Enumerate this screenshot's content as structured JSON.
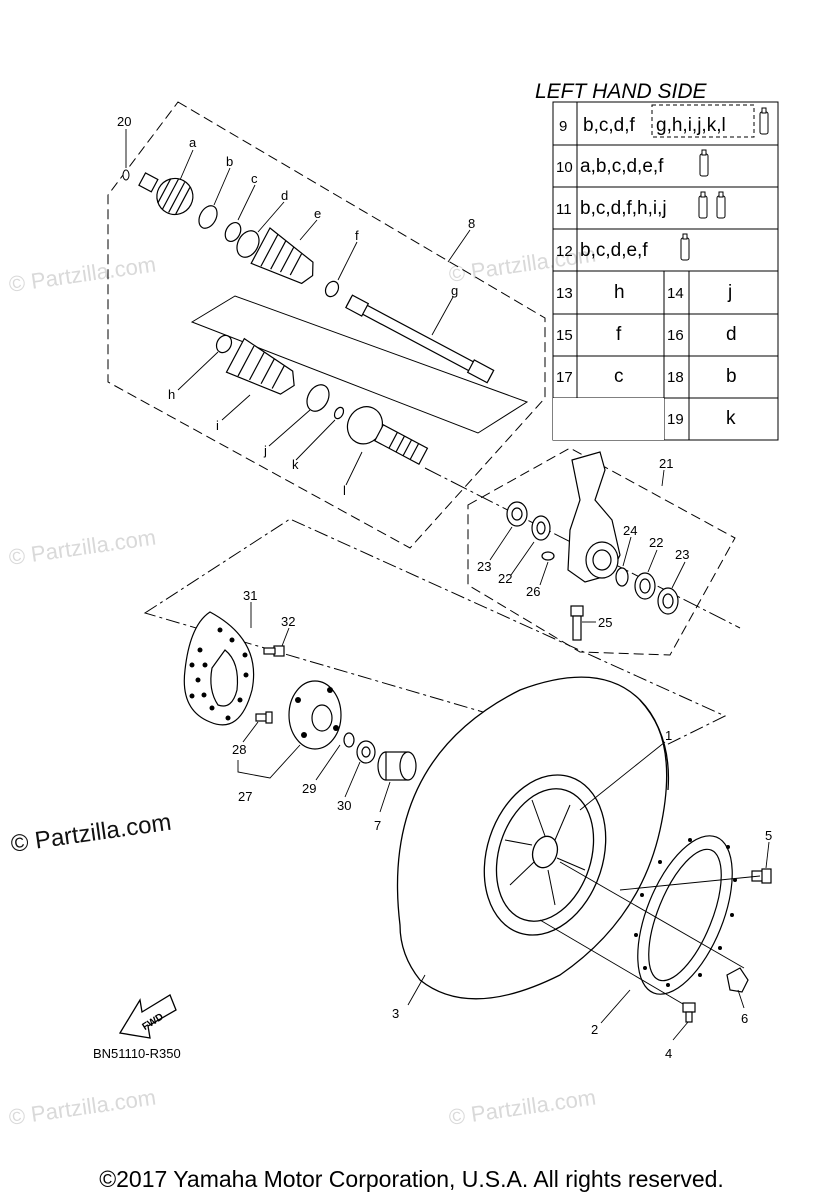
{
  "table": {
    "title": "LEFT HAND SIDE",
    "rows": [
      {
        "num": "9",
        "parts": "b,c,d,f",
        "boxed": "g,h,i,j,k,l"
      },
      {
        "num": "10",
        "parts": "a,b,c,d,e,f"
      },
      {
        "num": "11",
        "parts": "b,c,d,f,h,i,j"
      },
      {
        "num": "12",
        "parts": "b,c,d,e,f"
      }
    ],
    "pairs": [
      {
        "n1": "13",
        "v1": "h",
        "n2": "14",
        "v2": "j"
      },
      {
        "n1": "15",
        "v1": "f",
        "n2": "16",
        "v2": "d"
      },
      {
        "n1": "17",
        "v1": "c",
        "n2": "18",
        "v2": "b"
      },
      {
        "n2": "19",
        "v2": "k"
      }
    ]
  },
  "labels": {
    "n20": "20",
    "a": "a",
    "b": "b",
    "c": "c",
    "d": "d",
    "e": "e",
    "f": "f",
    "g": "g",
    "n8": "8",
    "h": "h",
    "i": "i",
    "j": "j",
    "k": "k",
    "l": "l",
    "n21": "21",
    "n24": "24",
    "n22a": "22",
    "n23a": "23",
    "n23b": "23",
    "n22b": "22",
    "n26": "26",
    "n25": "25",
    "n31": "31",
    "n32": "32",
    "n28": "28",
    "n27": "27",
    "n29": "29",
    "n30": "30",
    "n7": "7",
    "n1": "1",
    "n3": "3",
    "n5": "5",
    "n2": "2",
    "n6": "6",
    "n4": "4"
  },
  "fwd_label": "FWD",
  "ref_code": "BN51110-R350",
  "watermark": "© Partzilla.com",
  "copyright": "©2017  Yamaha Motor Corporation, U.S.A. All rights reserved."
}
